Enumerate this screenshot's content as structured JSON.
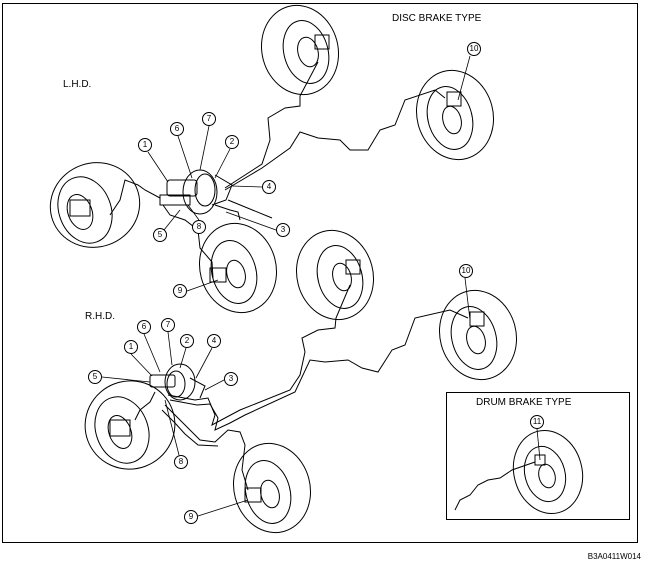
{
  "labels": {
    "disc_brake_type": "DISC BRAKE TYPE",
    "lhd": "L.H.D.",
    "rhd": "R.H.D.",
    "drum_brake_type": "DRUM BRAKE TYPE",
    "figure_ref": "B3A0411W014"
  },
  "callouts": {
    "lhd": [
      "1",
      "6",
      "7",
      "2",
      "4",
      "3",
      "5",
      "8",
      "9",
      "10"
    ],
    "rhd": [
      "6",
      "7",
      "2",
      "4",
      "1",
      "5",
      "3",
      "8",
      "9",
      "10"
    ],
    "drum": [
      "11"
    ]
  }
}
